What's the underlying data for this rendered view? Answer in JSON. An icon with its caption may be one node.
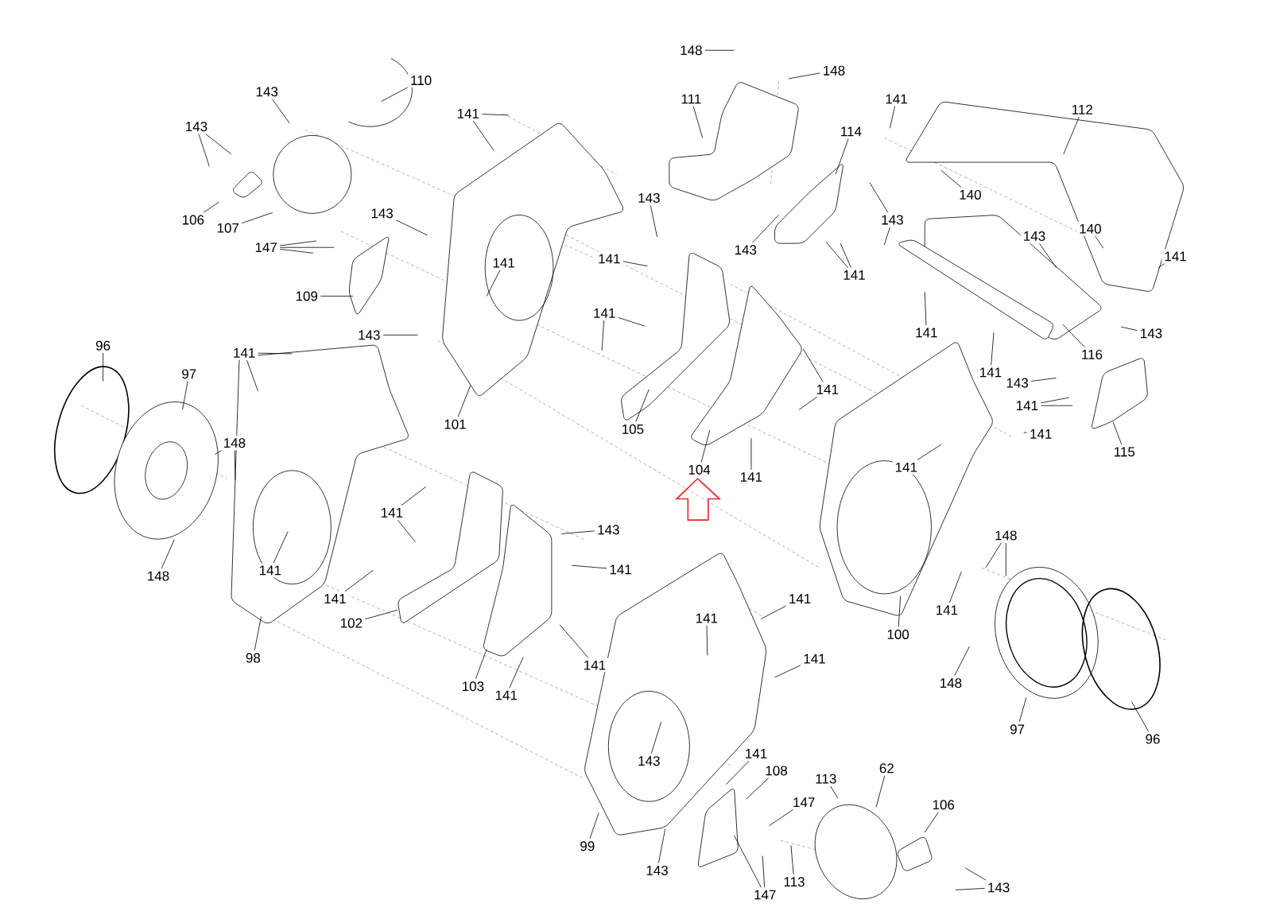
{
  "diagram": {
    "nodes": [
      {
        "text": [
          "148"
        ]
      },
      {
        "text": [
          "148"
        ]
      },
      {
        "text": [
          "110"
        ]
      },
      {
        "text": [
          "143"
        ]
      },
      {
        "text": [
          "141"
        ]
      },
      {
        "text": [
          "143"
        ]
      },
      {
        "text": [
          "111"
        ]
      },
      {
        "text": [
          "141"
        ]
      },
      {
        "text": [
          "112"
        ]
      },
      {
        "text": [
          "114"
        ]
      },
      {
        "text": [
          "140"
        ]
      },
      {
        "text": [
          "143"
        ]
      },
      {
        "text": [
          "106"
        ]
      },
      {
        "text": [
          "107"
        ]
      },
      {
        "text": [
          "143"
        ]
      },
      {
        "text": [
          "143"
        ]
      },
      {
        "text": [
          "140"
        ]
      },
      {
        "text": [
          "143"
        ]
      },
      {
        "text": [
          "147"
        ]
      },
      {
        "text": [
          "143"
        ]
      },
      {
        "text": [
          "141"
        ]
      },
      {
        "text": [
          "141"
        ]
      },
      {
        "text": [
          "141"
        ]
      },
      {
        "text": [
          "141"
        ]
      },
      {
        "text": [
          "109"
        ]
      },
      {
        "text": [
          "141"
        ]
      },
      {
        "text": [
          "141"
        ]
      },
      {
        "text": [
          "143"
        ]
      },
      {
        "text": [
          "143"
        ]
      },
      {
        "text": [
          "116"
        ]
      },
      {
        "text": [
          "141"
        ]
      },
      {
        "text": [
          "96"
        ]
      },
      {
        "text": [
          "141"
        ]
      },
      {
        "text": [
          "143"
        ]
      },
      {
        "text": [
          "97"
        ]
      },
      {
        "text": [
          "141"
        ]
      },
      {
        "text": [
          "141"
        ]
      },
      {
        "text": [
          "101"
        ]
      },
      {
        "text": [
          "105"
        ]
      },
      {
        "text": [
          "148"
        ]
      },
      {
        "text": [
          "141"
        ]
      },
      {
        "text": [
          "115"
        ]
      },
      {
        "text": [
          "104"
        ]
      },
      {
        "text": [
          "141"
        ]
      },
      {
        "text": [
          "141"
        ]
      },
      {
        "text": [
          "141"
        ]
      },
      {
        "text": [
          "143"
        ]
      },
      {
        "text": [
          "148"
        ]
      },
      {
        "text": [
          "148"
        ]
      },
      {
        "text": [
          "141"
        ]
      },
      {
        "text": [
          "141"
        ]
      },
      {
        "text": [
          "141"
        ]
      },
      {
        "text": [
          "141"
        ]
      },
      {
        "text": [
          "141"
        ]
      },
      {
        "text": [
          "100"
        ]
      },
      {
        "text": [
          "102"
        ]
      },
      {
        "text": [
          "141"
        ]
      },
      {
        "text": [
          "98"
        ]
      },
      {
        "text": [
          "141"
        ]
      },
      {
        "text": [
          "141"
        ]
      },
      {
        "text": [
          "148"
        ]
      },
      {
        "text": [
          "103"
        ]
      },
      {
        "text": [
          "141"
        ]
      },
      {
        "text": [
          "97"
        ]
      },
      {
        "text": [
          "96"
        ]
      },
      {
        "text": [
          "141"
        ]
      },
      {
        "text": [
          "143"
        ]
      },
      {
        "text": [
          "108"
        ]
      },
      {
        "text": [
          "62"
        ]
      },
      {
        "text": [
          "113"
        ]
      },
      {
        "text": [
          "106"
        ]
      },
      {
        "text": [
          "147"
        ]
      },
      {
        "text": [
          "99"
        ]
      },
      {
        "text": [
          "143"
        ]
      },
      {
        "text": [
          "113"
        ]
      },
      {
        "text": [
          "147"
        ]
      },
      {
        "text": [
          "143"
        ]
      }
    ],
    "edges": [
      {
        "from": 0,
        "to": null,
        "arrow": "none"
      },
      {
        "from": 1,
        "to": null,
        "arrow": "none"
      },
      {
        "from": 2,
        "to": null,
        "arrow": "none"
      },
      {
        "from": 3,
        "to": null,
        "arrow": "none"
      },
      {
        "from": 4,
        "to": null,
        "arrow": "none"
      },
      {
        "from": 4,
        "to": null,
        "arrow": "none"
      },
      {
        "from": 5,
        "to": null,
        "arrow": "none"
      },
      {
        "from": 5,
        "to": null,
        "arrow": "none"
      },
      {
        "from": 6,
        "to": null,
        "arrow": "none"
      },
      {
        "from": 7,
        "to": null,
        "arrow": "none"
      },
      {
        "from": 8,
        "to": null,
        "arrow": "none"
      },
      {
        "from": 9,
        "to": null,
        "arrow": "none"
      },
      {
        "from": 10,
        "to": null,
        "arrow": "none"
      },
      {
        "from": 11,
        "to": null,
        "arrow": "none"
      },
      {
        "from": 12,
        "to": null,
        "arrow": "none"
      },
      {
        "from": 13,
        "to": null,
        "arrow": "none"
      },
      {
        "from": 14,
        "to": null,
        "arrow": "none"
      },
      {
        "from": 15,
        "to": null,
        "arrow": "none"
      },
      {
        "from": 15,
        "to": null,
        "arrow": "none"
      },
      {
        "from": 16,
        "to": null,
        "arrow": "none"
      },
      {
        "from": 17,
        "to": null,
        "arrow": "none"
      },
      {
        "from": 18,
        "to": null,
        "arrow": "none"
      },
      {
        "from": 18,
        "to": null,
        "arrow": "none"
      },
      {
        "from": 18,
        "to": null,
        "arrow": "none"
      },
      {
        "from": 19,
        "to": null,
        "arrow": "none"
      },
      {
        "from": 20,
        "to": null,
        "arrow": "none"
      },
      {
        "from": 21,
        "to": null,
        "arrow": "none"
      },
      {
        "from": 22,
        "to": null,
        "arrow": "none"
      },
      {
        "from": 23,
        "to": null,
        "arrow": "none"
      },
      {
        "from": 23,
        "to": null,
        "arrow": "none"
      },
      {
        "from": 24,
        "to": null,
        "arrow": "none"
      },
      {
        "from": 25,
        "to": null,
        "arrow": "none"
      },
      {
        "from": 25,
        "to": null,
        "arrow": "none"
      },
      {
        "from": 26,
        "to": null,
        "arrow": "none"
      },
      {
        "from": 27,
        "to": null,
        "arrow": "none"
      },
      {
        "from": 28,
        "to": null,
        "arrow": "none"
      },
      {
        "from": 29,
        "to": null,
        "arrow": "none"
      },
      {
        "from": 30,
        "to": null,
        "arrow": "none"
      },
      {
        "from": 30,
        "to": null,
        "arrow": "none"
      },
      {
        "from": 31,
        "to": null,
        "arrow": "none"
      },
      {
        "from": 32,
        "to": null,
        "arrow": "none"
      },
      {
        "from": 33,
        "to": null,
        "arrow": "none"
      },
      {
        "from": 34,
        "to": null,
        "arrow": "none"
      },
      {
        "from": 35,
        "to": null,
        "arrow": "none"
      },
      {
        "from": 35,
        "to": null,
        "arrow": "none"
      },
      {
        "from": 36,
        "to": null,
        "arrow": "none"
      },
      {
        "from": 36,
        "to": null,
        "arrow": "none"
      },
      {
        "from": 37,
        "to": null,
        "arrow": "none"
      },
      {
        "from": 38,
        "to": null,
        "arrow": "none"
      },
      {
        "from": 39,
        "to": null,
        "arrow": "none"
      },
      {
        "from": 39,
        "to": null,
        "arrow": "none"
      },
      {
        "from": 40,
        "to": null,
        "arrow": "none"
      },
      {
        "from": 41,
        "to": null,
        "arrow": "none"
      },
      {
        "from": 42,
        "to": null,
        "arrow": "none"
      },
      {
        "from": 43,
        "to": null,
        "arrow": "none"
      },
      {
        "from": 44,
        "to": null,
        "arrow": "none"
      },
      {
        "from": 45,
        "to": null,
        "arrow": "none"
      },
      {
        "from": 45,
        "to": null,
        "arrow": "none"
      },
      {
        "from": 46,
        "to": null,
        "arrow": "none"
      },
      {
        "from": 47,
        "to": null,
        "arrow": "none"
      },
      {
        "from": 47,
        "to": null,
        "arrow": "none"
      },
      {
        "from": 48,
        "to": null,
        "arrow": "none"
      },
      {
        "from": 49,
        "to": null,
        "arrow": "none"
      },
      {
        "from": 50,
        "to": null,
        "arrow": "none"
      },
      {
        "from": 51,
        "to": null,
        "arrow": "none"
      },
      {
        "from": 52,
        "to": null,
        "arrow": "none"
      },
      {
        "from": 53,
        "to": null,
        "arrow": "none"
      },
      {
        "from": 54,
        "to": null,
        "arrow": "none"
      },
      {
        "from": 55,
        "to": null,
        "arrow": "none"
      },
      {
        "from": 56,
        "to": null,
        "arrow": "none"
      },
      {
        "from": 57,
        "to": null,
        "arrow": "none"
      },
      {
        "from": 58,
        "to": null,
        "arrow": "none"
      },
      {
        "from": 59,
        "to": null,
        "arrow": "none"
      },
      {
        "from": 60,
        "to": null,
        "arrow": "none"
      },
      {
        "from": 61,
        "to": null,
        "arrow": "none"
      },
      {
        "from": 62,
        "to": null,
        "arrow": "none"
      },
      {
        "from": 63,
        "to": null,
        "arrow": "none"
      },
      {
        "from": 64,
        "to": null,
        "arrow": "none"
      },
      {
        "from": 65,
        "to": null,
        "arrow": "none"
      },
      {
        "from": 66,
        "to": null,
        "arrow": "none"
      },
      {
        "from": 67,
        "to": null,
        "arrow": "none"
      },
      {
        "from": 68,
        "to": null,
        "arrow": "none"
      },
      {
        "from": 69,
        "to": null,
        "arrow": "none"
      },
      {
        "from": 70,
        "to": null,
        "arrow": "none"
      },
      {
        "from": 71,
        "to": null,
        "arrow": "none"
      },
      {
        "from": 72,
        "to": null,
        "arrow": "none"
      },
      {
        "from": 73,
        "to": null,
        "arrow": "none"
      },
      {
        "from": 74,
        "to": null,
        "arrow": "none"
      },
      {
        "from": 75,
        "to": null,
        "arrow": "none"
      },
      {
        "from": 75,
        "to": null,
        "arrow": "none"
      },
      {
        "from": 76,
        "to": null,
        "arrow": "none"
      },
      {
        "from": 76,
        "to": null,
        "arrow": "none"
      }
    ]
  }
}
